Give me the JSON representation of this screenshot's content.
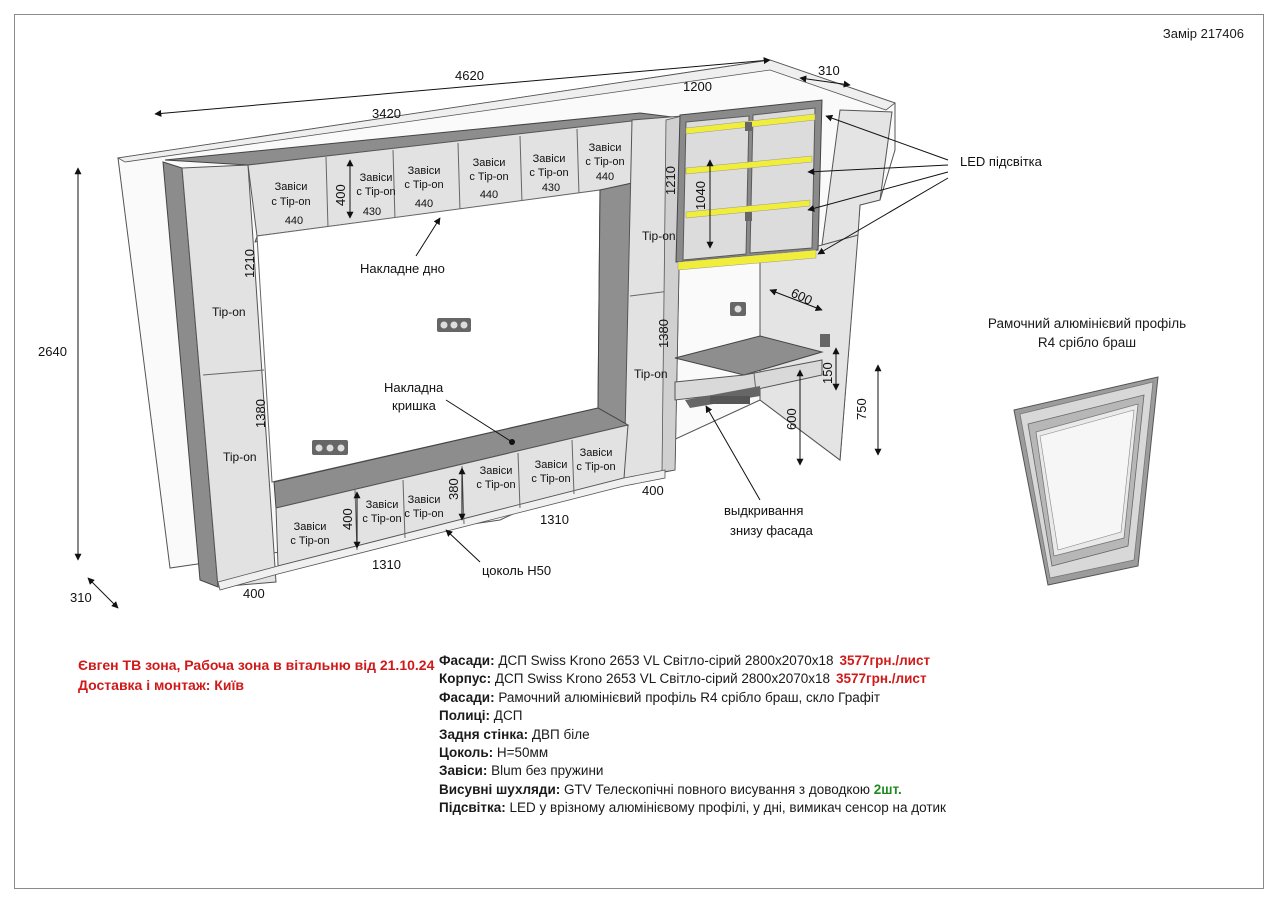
{
  "order_no": "Замір 217406",
  "dims": {
    "d4620": "4620",
    "d3420": "3420",
    "d1200": "1200",
    "d310_top": "310",
    "d2640": "2640",
    "d310_bl": "310",
    "d400_bl": "400",
    "d1210_l": "1210",
    "d1380_l": "1380",
    "d1210_c": "1210",
    "d1380_c": "1380",
    "d1040": "1040",
    "d400_top": "400",
    "d400_bot": "400",
    "d380": "380",
    "d1310_bot": "1310",
    "d1310_mid": "1310",
    "d400_mid": "400",
    "d600_desk": "600",
    "d150": "150",
    "d600_v": "600",
    "d750": "750"
  },
  "labels": {
    "hinge_line1": "Завіси",
    "hinge_line2": "с Tip-on",
    "tipon": "Tip-on",
    "top_w": [
      "440",
      "430",
      "440",
      "440",
      "430",
      "440"
    ],
    "led": "LED підсвітка",
    "bottom_overlay": "Накладне дно",
    "lid_1": "Накладна",
    "lid_2": "кришка",
    "plinth": "цоколь Н50",
    "opening_1": "выдкривання",
    "opening_2": "знизу фасада"
  },
  "profile_caption": {
    "line1": "Рамочний алюмінієвий профіль",
    "line2": "R4 срібло браш"
  },
  "client": {
    "line1": "Євген ТВ зона, Рабоча зона в вітальню від 21.10.24",
    "line2": "Доставка і монтаж: Київ"
  },
  "specs": [
    {
      "k": "Фасади:",
      "v": " ДСП Swiss Krono 2653 VL Світло-сірий 2800х2070х18",
      "price": "3577грн./лист"
    },
    {
      "k": "Корпус:",
      "v": " ДСП Swiss Krono 2653 VL Світло-сірий 2800х2070х18",
      "price": "3577грн./лист"
    },
    {
      "k": "Фасади:",
      "v": " Рамочний алюмінієвий профіль R4 срібло браш, скло Графіт"
    },
    {
      "k": "Полиці:",
      "v": " ДСП"
    },
    {
      "k": "Задня стінка:",
      "v": " ДВП біле"
    },
    {
      "k": "Цоколь:",
      "v": " Н=50мм"
    },
    {
      "k": "Завіси:",
      "v": " Blum без пружини"
    },
    {
      "k": "Висувні шухляди:",
      "v": " GTV Телескопічні повного висування з доводкою",
      "green": "2шт."
    },
    {
      "k": "Підсвітка:",
      "v": " LED у врізному алюмінієвому профілі, у дні, вимикач сенсор на дотик"
    }
  ],
  "colors": {
    "panel": "#e1e1e1",
    "edge": "#7d7d7d",
    "led": "#f0ee3a",
    "accent_red": "#d01a1a",
    "accent_green": "#1f8a1f"
  }
}
